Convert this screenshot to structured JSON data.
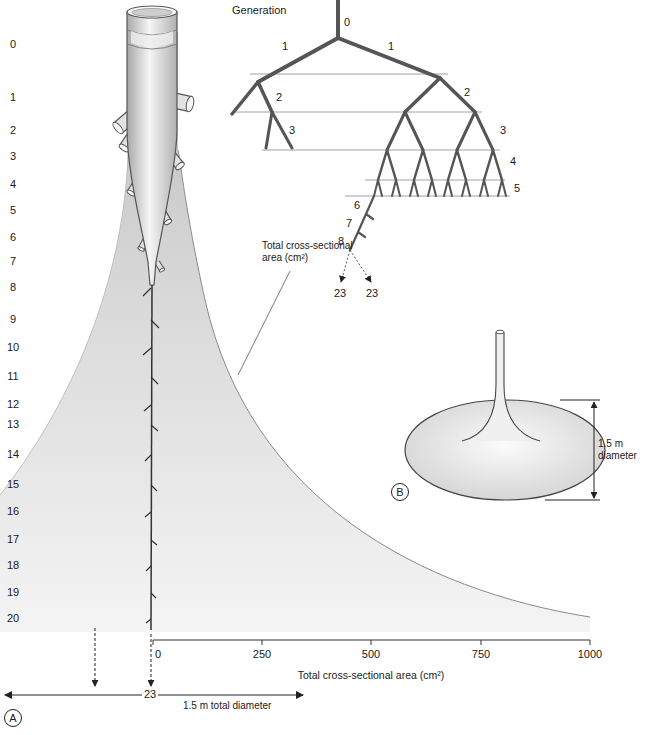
{
  "diagram": {
    "nodes": [
      {
        "text": [
          "A"
        ]
      },
      {
        "text": [
          "B"
        ]
      }
    ],
    "labels": [
      "Generation",
      "0",
      "1",
      "1",
      "2",
      "2",
      "3",
      "3",
      "4",
      "5",
      "6",
      "7",
      "8",
      "23",
      "23",
      "0",
      "1",
      "2",
      "3",
      "4",
      "5",
      "6",
      "7",
      "8",
      "9",
      "10",
      "11",
      "12",
      "13",
      "14",
      "15",
      "16",
      "17",
      "18",
      "19",
      "20",
      "Total cross-sectional area (cm²)",
      "0",
      "250",
      "500",
      "750",
      "1000",
      "Total cross-sectional area (cm²)",
      "23",
      "1.5 m total diameter",
      "1.5 m diameter"
    ]
  }
}
